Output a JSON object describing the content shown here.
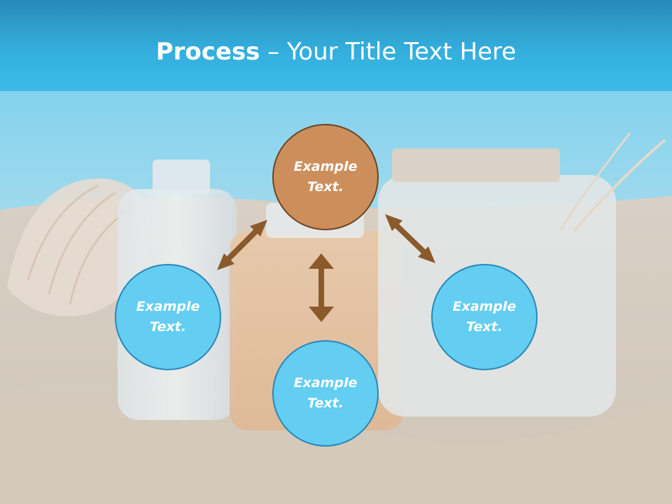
{
  "title": {
    "bold": "Process",
    "rest": " – Your Title Text Here"
  },
  "diagram": {
    "center": {
      "label": "Example Text."
    },
    "left": {
      "label": "Example Text."
    },
    "bottom": {
      "label": "Example Text."
    },
    "right": {
      "label": "Example Text."
    }
  },
  "colors": {
    "title_bar": "#33aedd",
    "center_fill": "#cc8f5c",
    "center_border": "#6b4423",
    "leaf_fill": "#63cdf2",
    "leaf_border": "#2a87b8",
    "arrow": "#8b5a2b"
  }
}
